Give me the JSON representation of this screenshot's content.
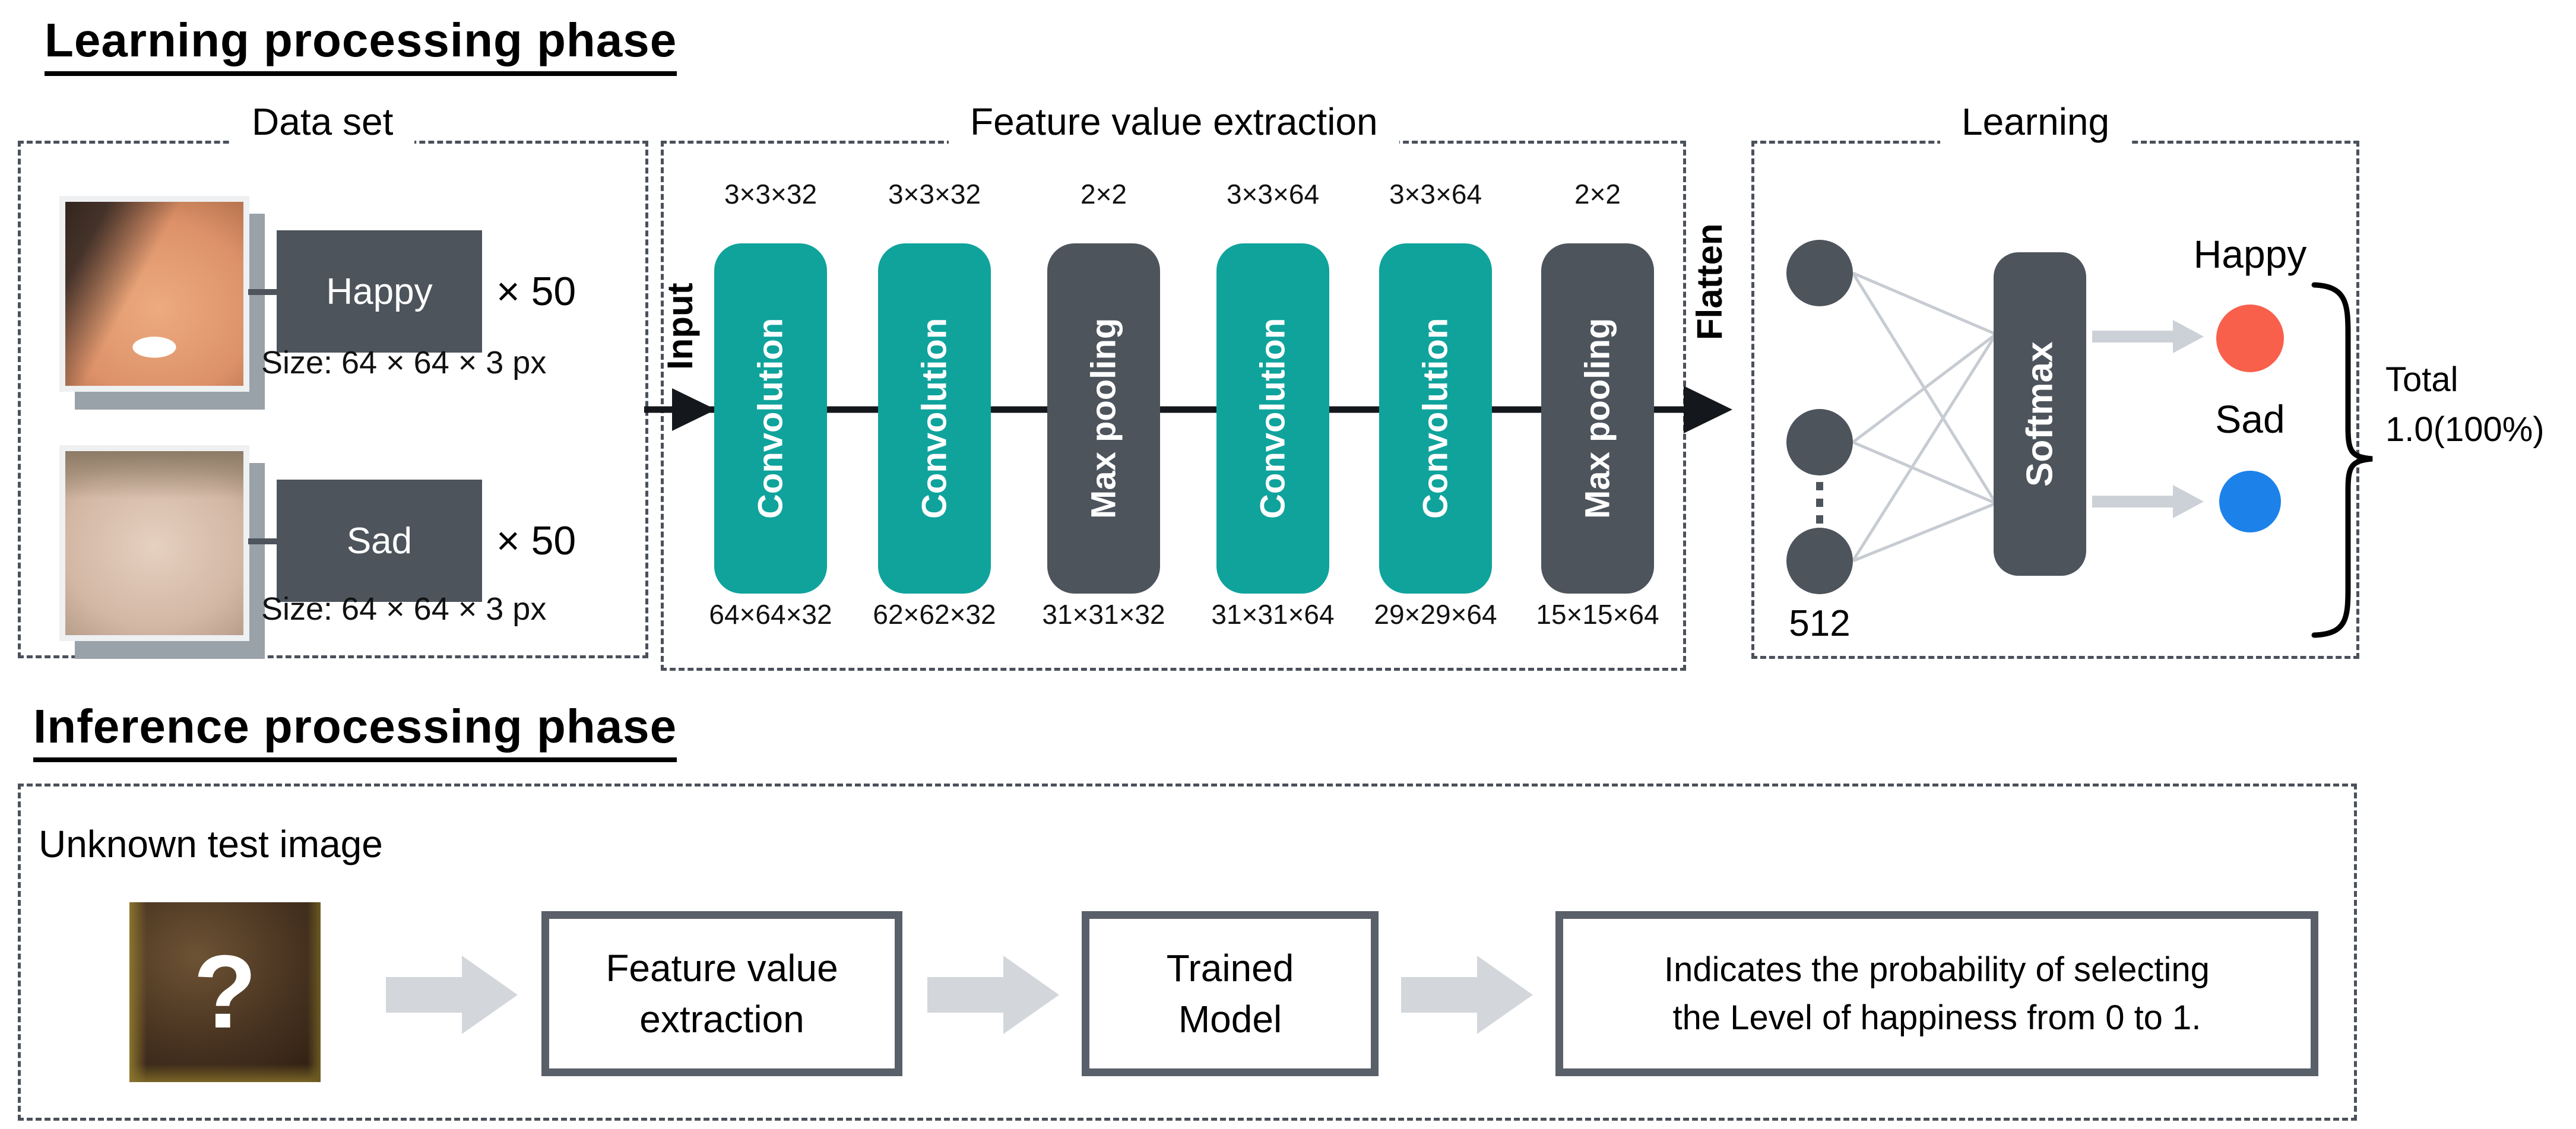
{
  "learning_phase": {
    "title": "Learning processing phase",
    "dataset": {
      "title": "Data set",
      "items": [
        {
          "label": "Happy",
          "count": "× 50",
          "size": "Size: 64 × 64 × 3 px"
        },
        {
          "label": "Sad",
          "count": "× 50",
          "size": "Size: 64 × 64 × 3 px"
        }
      ]
    },
    "feature_extraction": {
      "title": "Feature value extraction",
      "input_label": "Input",
      "flatten_label": "Flatten",
      "layers": [
        {
          "name": "Convolution",
          "type": "conv",
          "kernel": "3×3×32",
          "output": "64×64×32"
        },
        {
          "name": "Convolution",
          "type": "conv",
          "kernel": "3×3×32",
          "output": "62×62×32"
        },
        {
          "name": "Max pooling",
          "type": "pool",
          "kernel": "2×2",
          "output": "31×31×32"
        },
        {
          "name": "Convolution",
          "type": "conv",
          "kernel": "3×3×64",
          "output": "31×31×64"
        },
        {
          "name": "Convolution",
          "type": "conv",
          "kernel": "3×3×64",
          "output": "29×29×64"
        },
        {
          "name": "Max pooling",
          "type": "pool",
          "kernel": "2×2",
          "output": "15×15×64"
        }
      ]
    },
    "learning": {
      "title": "Learning",
      "dense_units": "512",
      "softmax_label": "Softmax",
      "outputs": [
        {
          "label": "Happy",
          "color": "#f9604c"
        },
        {
          "label": "Sad",
          "color": "#1c82e9"
        }
      ],
      "total_label": "Total",
      "total_value": "1.0(100%)"
    }
  },
  "inference_phase": {
    "title": "Inference processing phase",
    "unknown_image_label": "Unknown test image",
    "question_mark": "?",
    "steps": [
      {
        "label": "Feature value\nextraction"
      },
      {
        "label": "Trained\nModel"
      },
      {
        "label": "Indicates the probability of selecting\nthe Level of happiness from 0 to 1."
      }
    ]
  },
  "colors": {
    "convolution_teal": "#0fa39c",
    "slate_gray": "#4d545c",
    "happy_red": "#f9604c",
    "sad_blue": "#1c82e9",
    "block_arrow_gray": "#d3d7db",
    "connection_line_gray": "#c7ccd2"
  }
}
